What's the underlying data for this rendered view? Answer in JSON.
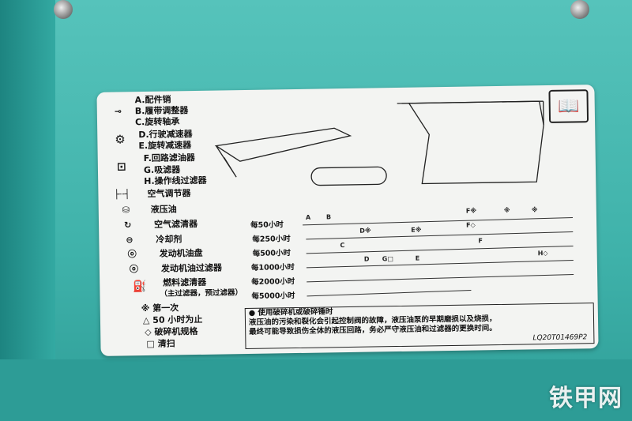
{
  "legend": {
    "groups": [
      {
        "icon": "grease-gun-icon",
        "items": [
          "A.配件销",
          "B.履带调整器",
          "C.旋转轴承"
        ]
      },
      {
        "icon": "gear-oil-icon",
        "items": [
          "D.行驶减速器",
          "E.旋转减速器"
        ]
      },
      {
        "icon": "hydraulic-filter-icon",
        "items": [
          "F.回路滤油器",
          "G.吸滤器",
          "H.操作线过滤器"
        ]
      }
    ],
    "adjuster": "空气调节器",
    "items": [
      "液压油",
      "空气滤清器",
      "冷却剂",
      "发动机油盘",
      "发动机油过滤器",
      "燃料滤清器"
    ],
    "fuel_sub": "（主过滤器，预过滤器）",
    "symbols": [
      "※ 第一次",
      "△ 50 小时为止",
      "◇ 破碎机规格",
      "□ 清扫"
    ]
  },
  "intervals": [
    "每50小时",
    "每250小时",
    "每500小时",
    "每1000小时",
    "每2000小时",
    "每5000小时"
  ],
  "markers": [
    "A",
    "B",
    "C",
    "D※",
    "E※",
    "F※",
    "F◇",
    "G□",
    "H◇",
    "D",
    "E",
    "F",
    "※",
    "※"
  ],
  "note": {
    "title": "● 使用破碎机或破碎锤时",
    "line1": "液压油的污染和裂化会引起控制阀的故障，液压油泵的早期磨损以及烧损，",
    "line2": "最终可能导致损伤全体的液压回路，务必严守液压油和过滤器的更换时间。",
    "code": "LQ20T01469P2"
  },
  "watermark": "铁甲网",
  "colors": {
    "machine_body": "#3fb3ac",
    "label": "#f3f4f2"
  }
}
